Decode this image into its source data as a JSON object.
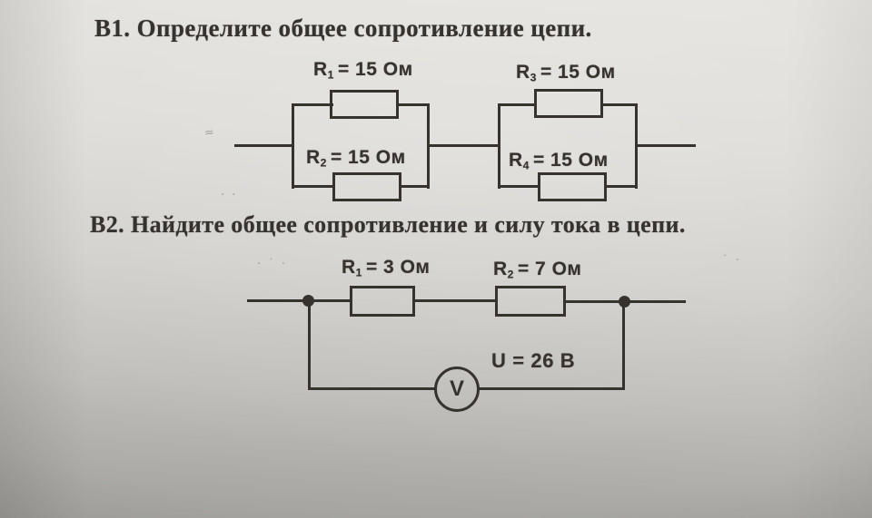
{
  "photo": {
    "ink_color": "#36332f",
    "paper_light": "#e6e4e0",
    "paper_dark": "#a2a19d"
  },
  "problem_b1": {
    "title": "В1. Определите общее сопротивление цепи.",
    "resistors": [
      {
        "symbol": "R",
        "sub": "1",
        "eq": "= 15 Ом"
      },
      {
        "symbol": "R",
        "sub": "2",
        "eq": "= 15 Ом"
      },
      {
        "symbol": "R",
        "sub": "3",
        "eq": "= 15 Ом"
      },
      {
        "symbol": "R",
        "sub": "4",
        "eq": "= 15 Ом"
      }
    ],
    "topology": "two parallel pairs (R1||R2) and (R3||R4) connected in series"
  },
  "problem_b2": {
    "title": "В2. Найдите общее сопротивление и силу тока в цепи.",
    "resistors": [
      {
        "symbol": "R",
        "sub": "1",
        "eq": "= 3 Ом"
      },
      {
        "symbol": "R",
        "sub": "2",
        "eq": "= 7 Ом"
      }
    ],
    "voltage_label": "U = 26 В",
    "voltmeter_letter": "V",
    "topology": "R1 and R2 in series, voltmeter V across the pair"
  },
  "artifacts": {
    "m1": "≈",
    "m2": "· ·",
    "m3": "· ˙ ·",
    "m4": "˙ ·"
  }
}
